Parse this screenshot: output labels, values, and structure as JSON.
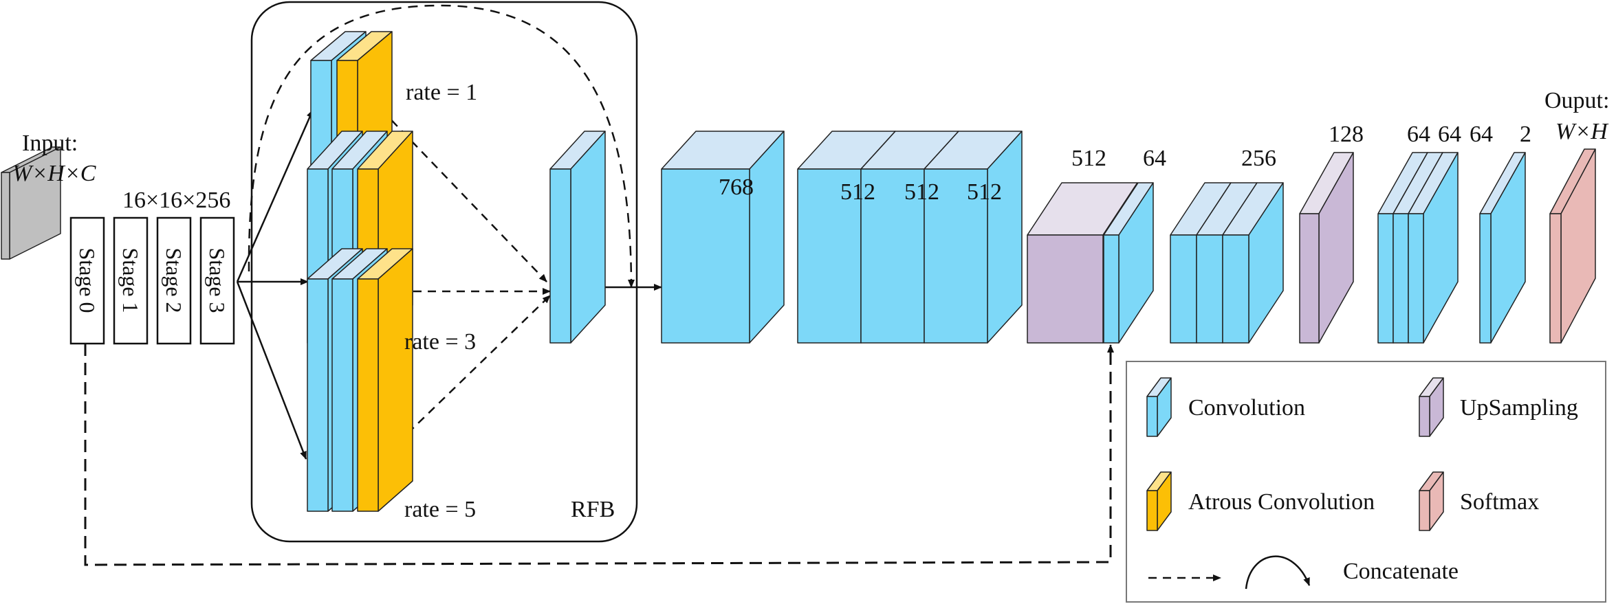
{
  "input": {
    "title": "Input:",
    "dims": "W×H×C"
  },
  "output": {
    "title": "Ouput:",
    "dims": "W×H"
  },
  "stages": [
    "Stage 0",
    "Stage 1",
    "Stage 2",
    "Stage 3"
  ],
  "stage_output": "16×16×256",
  "rfb": {
    "label": "RFB",
    "branches": [
      "rate = 1",
      "rate = 3",
      "rate = 5"
    ]
  },
  "channels": {
    "c768": "768",
    "c512a": "512",
    "c512b": "512",
    "c512c": "512",
    "up512": "512",
    "c64a": "64",
    "c256": "256",
    "up128": "128",
    "c64b": "64",
    "c64c": "64",
    "c64d": "64",
    "c2": "2"
  },
  "legend": {
    "convolution": "Convolution",
    "upsampling": "UpSampling",
    "atrous": "Atrous Convolution",
    "softmax": "Softmax",
    "concatenate": "Concatenate"
  },
  "colors": {
    "conv_front": "#7dd8f8",
    "conv_top": "#d2e6f6",
    "atrous_front": "#fcbf06",
    "atrous_top": "#fee28a",
    "upsample_front": "#c9b8d6",
    "upsample_top": "#e6e0ec",
    "softmax_front": "#e9b9b6",
    "input_front": "#bfbfbf"
  }
}
